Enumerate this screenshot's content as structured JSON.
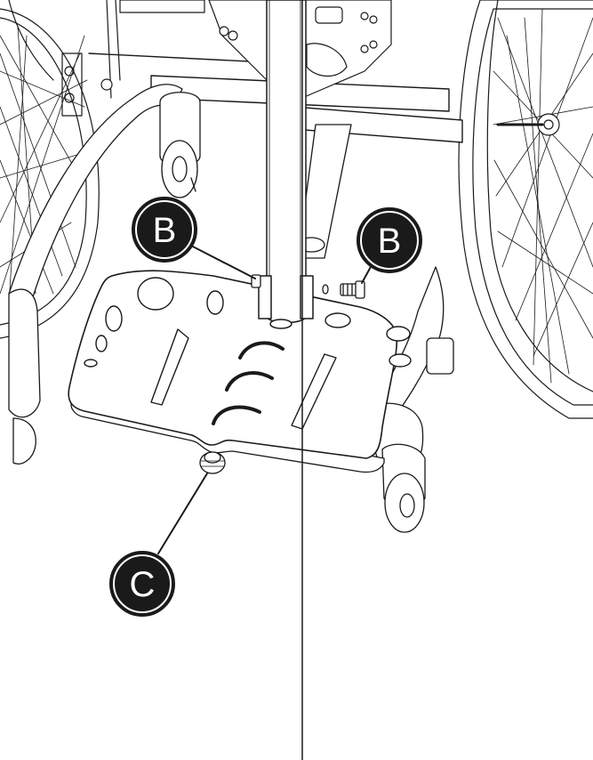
{
  "callouts": {
    "b_left": "B",
    "b_right": "B",
    "c": "C"
  },
  "colors": {
    "line": "#1a1a1a",
    "fill": "#ffffff",
    "callout_fill": "#1a1a1a",
    "callout_ring": "#ffffff"
  }
}
